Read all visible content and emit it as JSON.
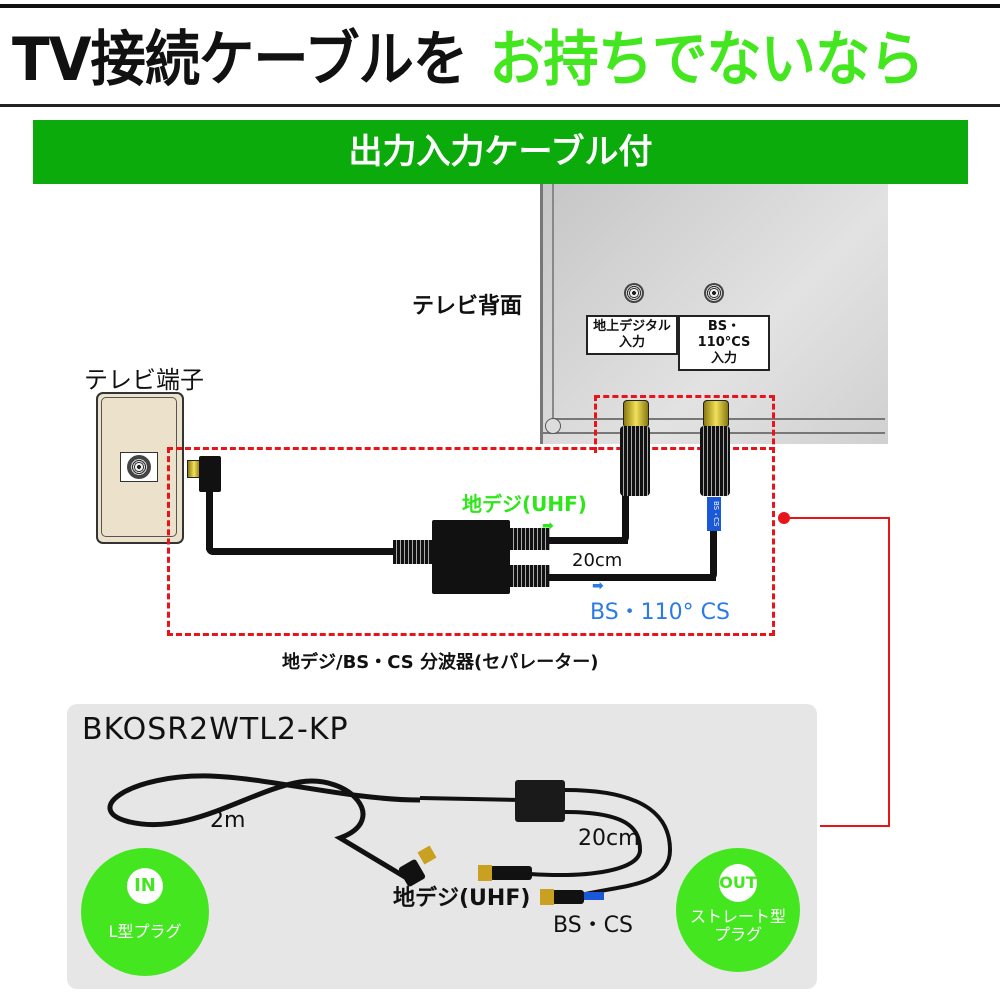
{
  "headline": {
    "black_part": "TV接続ケーブルを",
    "green_part": "お持ちでないなら"
  },
  "banner": {
    "label": "出力入力ケーブル付"
  },
  "tv_back": {
    "label": "テレビ背面",
    "ports": [
      {
        "label_line1": "地上デジタル",
        "label_line2": "入力"
      },
      {
        "label_line1": "BS・110°CS",
        "label_line2": "入力"
      }
    ]
  },
  "wall_terminal": {
    "label": "テレビ端子"
  },
  "diagram": {
    "uhf_label": "地デジ(UHF)",
    "cable_length_label": "20cm",
    "bs_label": "BS・110° CS",
    "band_label": "BS・CS",
    "caption": "地デジ/BS・CS 分波器(セパレーター)"
  },
  "product": {
    "model": "BKOSR2WTL2-KP",
    "main_cable_length": "2m",
    "branch_cable_length": "20cm",
    "uhf_label": "地デジ(UHF)",
    "bs_label": "BS・CS",
    "in_badge": {
      "tag": "IN",
      "text": "L型プラグ"
    },
    "out_badge": {
      "tag": "OUT",
      "line1": "ストレート型",
      "line2": "プラグ"
    }
  },
  "colors": {
    "accent_green": "#44e620",
    "banner_green": "#0aab0a",
    "highlight_red": "#e8141a",
    "bs_blue": "#2a7be8"
  }
}
